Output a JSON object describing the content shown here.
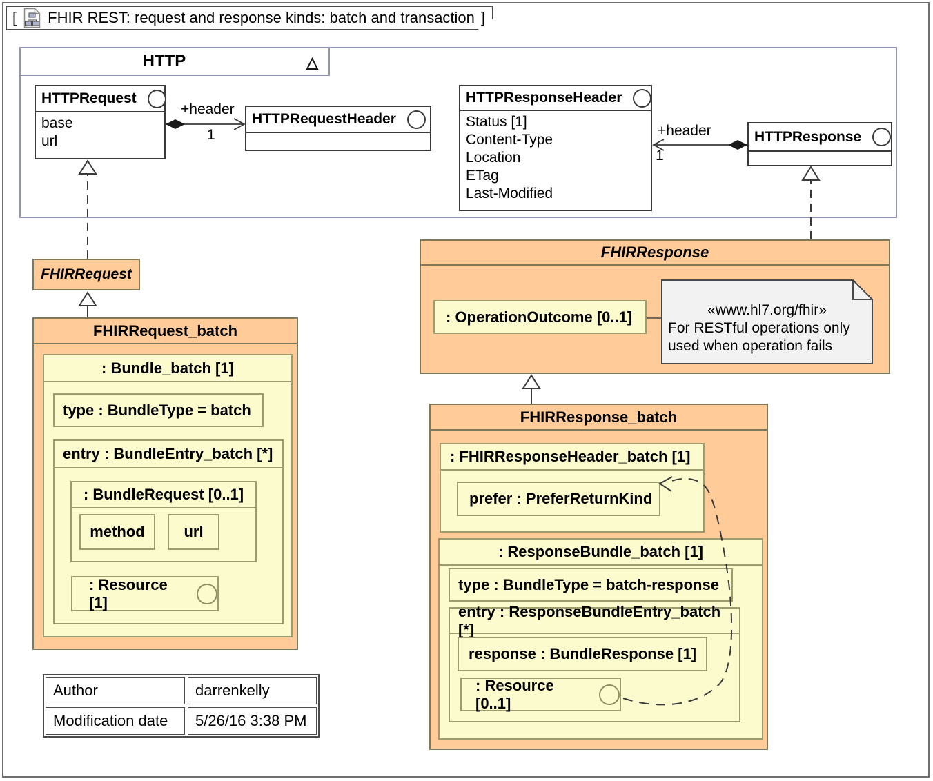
{
  "tab": {
    "bracket_open": "[",
    "title": "FHIR REST: request and response kinds: batch and transaction",
    "bracket_close": "]"
  },
  "http": {
    "frame_title": "HTTP",
    "request": {
      "name": "HTTPRequest",
      "attrs": [
        "base",
        "url"
      ]
    },
    "request_header": {
      "name": "HTTPRequestHeader"
    },
    "response_header": {
      "name": "HTTPResponseHeader",
      "attrs": [
        "Status [1]",
        "Content-Type",
        "Location",
        "ETag",
        "Last-Modified"
      ]
    },
    "response": {
      "name": "HTTPResponse"
    },
    "assoc_request": {
      "role": "+header",
      "multiplicity": "1"
    },
    "assoc_response": {
      "role": "+header",
      "multiplicity": "1"
    }
  },
  "fhir_request": {
    "name": "FHIRRequest"
  },
  "fhir_request_batch": {
    "name": "FHIRRequest_batch",
    "bundle": {
      "title": ": Bundle_batch [1]",
      "type": "type : BundleType = batch",
      "entry": {
        "title": "entry : BundleEntry_batch [*]",
        "bundle_request": {
          "title": ": BundleRequest [0..1]",
          "method": "method",
          "url": "url"
        },
        "resource": ": Resource [1]"
      }
    }
  },
  "fhir_response": {
    "name": "FHIRResponse",
    "operation_outcome": ": OperationOutcome [0..1]",
    "note": {
      "stereotype": "«www.hl7.org/fhir»",
      "line1": "For RESTful operations only",
      "line2": "used when operation fails"
    }
  },
  "fhir_response_batch": {
    "name": "FHIRResponse_batch",
    "response_header": {
      "title": ": FHIRResponseHeader_batch [1]",
      "prefer": "prefer : PreferReturnKind"
    },
    "bundle": {
      "title": ": ResponseBundle_batch [1]",
      "type": "type : BundleType = batch-response",
      "entry": {
        "title": "entry : ResponseBundleEntry_batch [*]",
        "response": "response : BundleResponse [1]",
        "resource": ": Resource [0..1]"
      }
    }
  },
  "info_table": {
    "rows": [
      [
        "Author",
        "darrenkelly"
      ],
      [
        "Modification date",
        "5/26/16 3:38 PM"
      ]
    ]
  },
  "colors": {
    "class_fill": "#ffcc99",
    "part_fill": "#fbfbce",
    "note_fill": "#f2f2f2",
    "frame_border": "#9093b2",
    "plain_class_fill": "#ffffff"
  }
}
